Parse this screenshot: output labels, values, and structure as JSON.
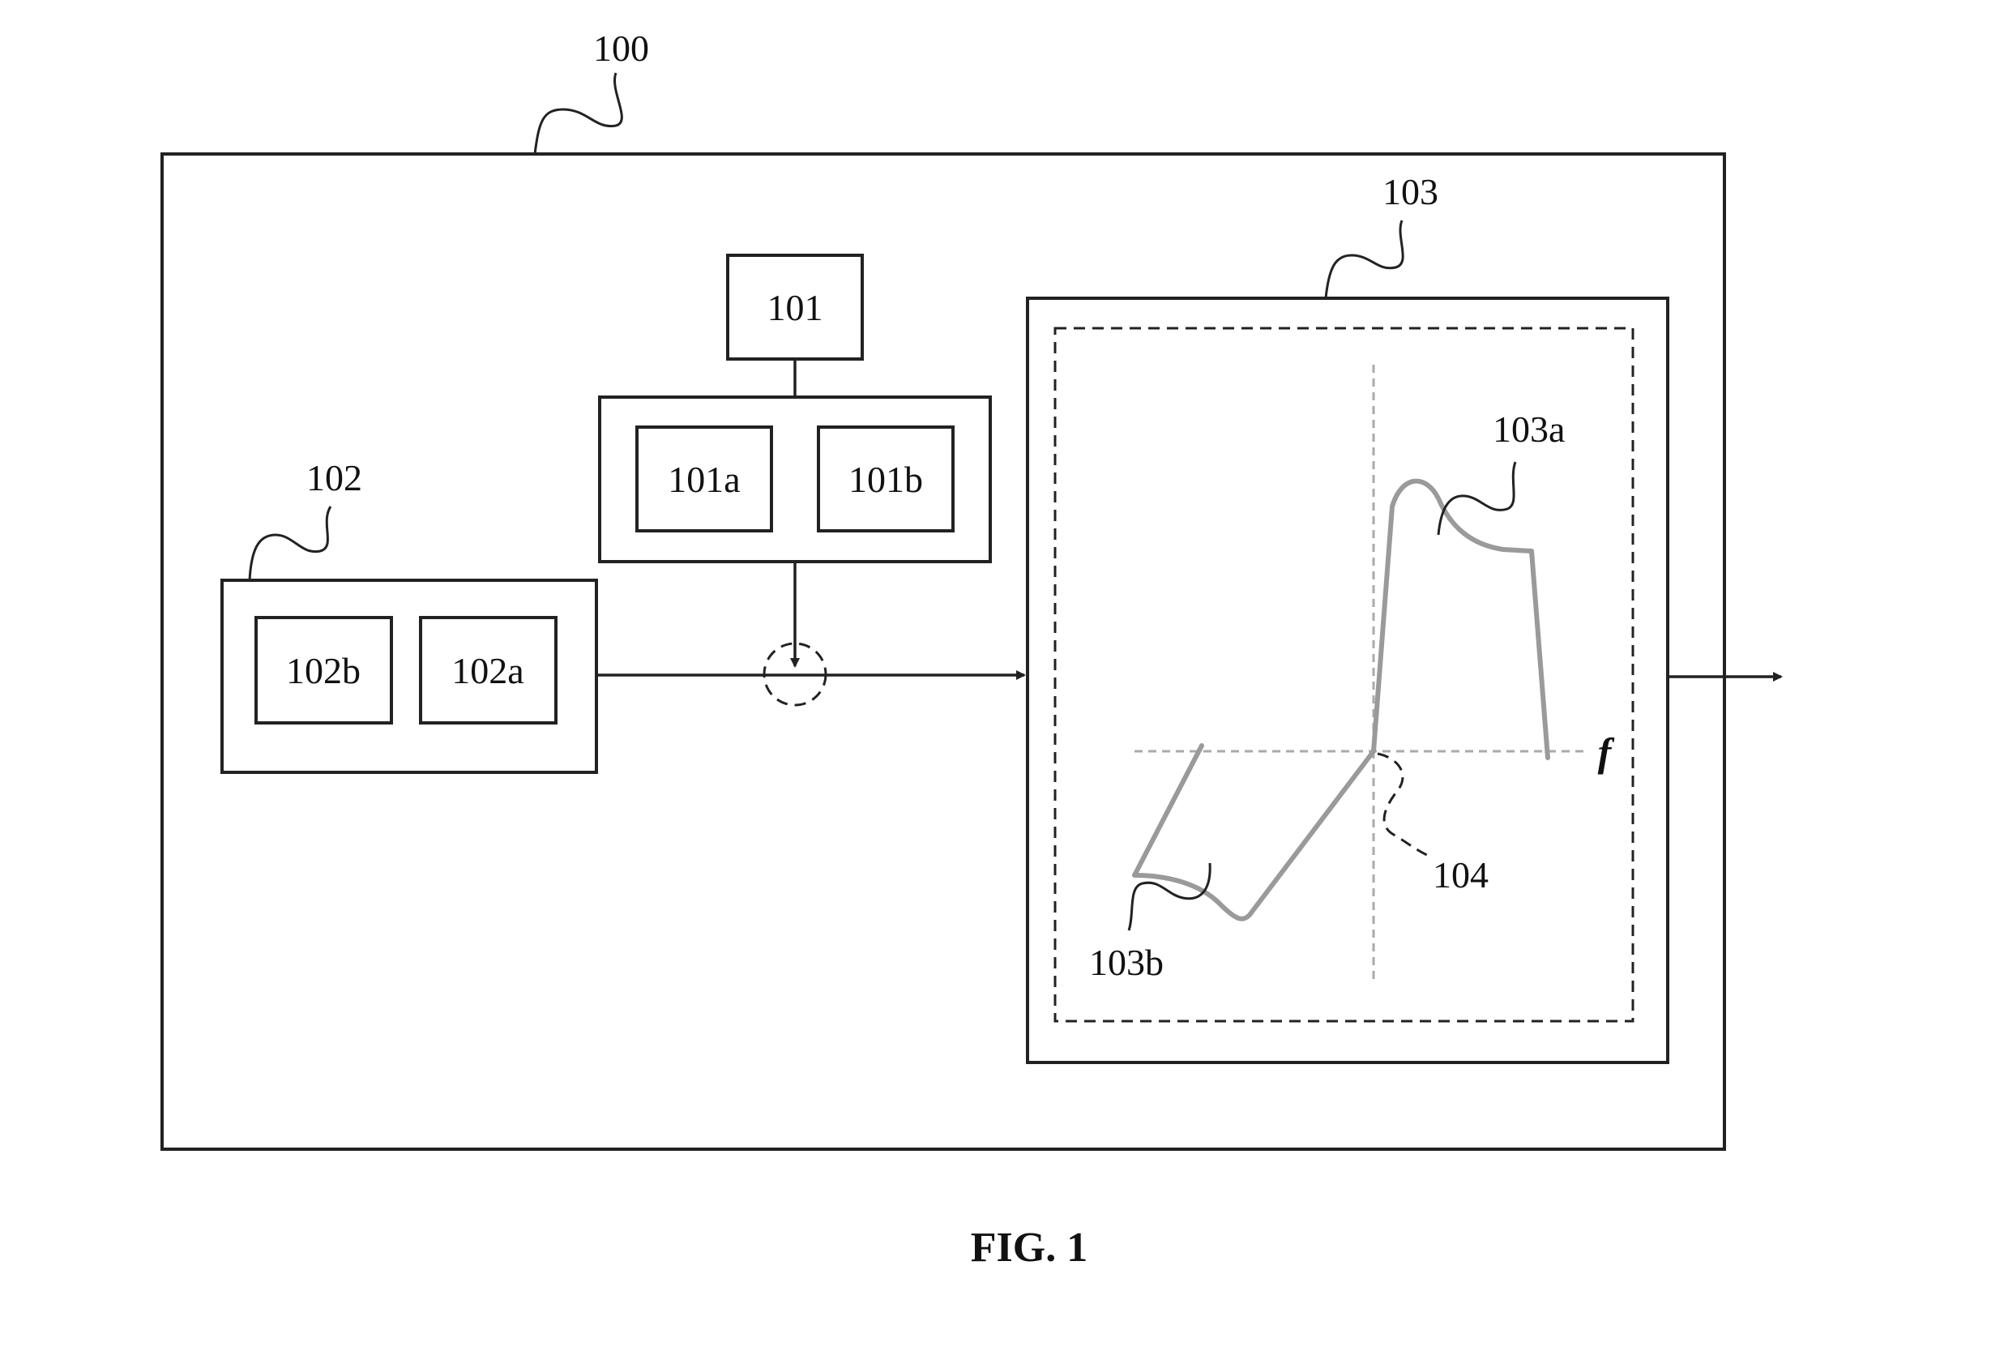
{
  "labels": {
    "system": "100",
    "unit_101": "101",
    "sub_101a": "101a",
    "sub_101b": "101b",
    "unit_102": "102",
    "sub_102a": "102a",
    "sub_102b": "102b",
    "unit_103": "103",
    "curve_103a": "103a",
    "curve_103b": "103b",
    "point_104": "104",
    "axis_f": "f"
  },
  "caption": "FIG. 1",
  "colors": {
    "line": "#222222",
    "curve": "#9a9a9a",
    "axis": "#aaaaaa"
  }
}
